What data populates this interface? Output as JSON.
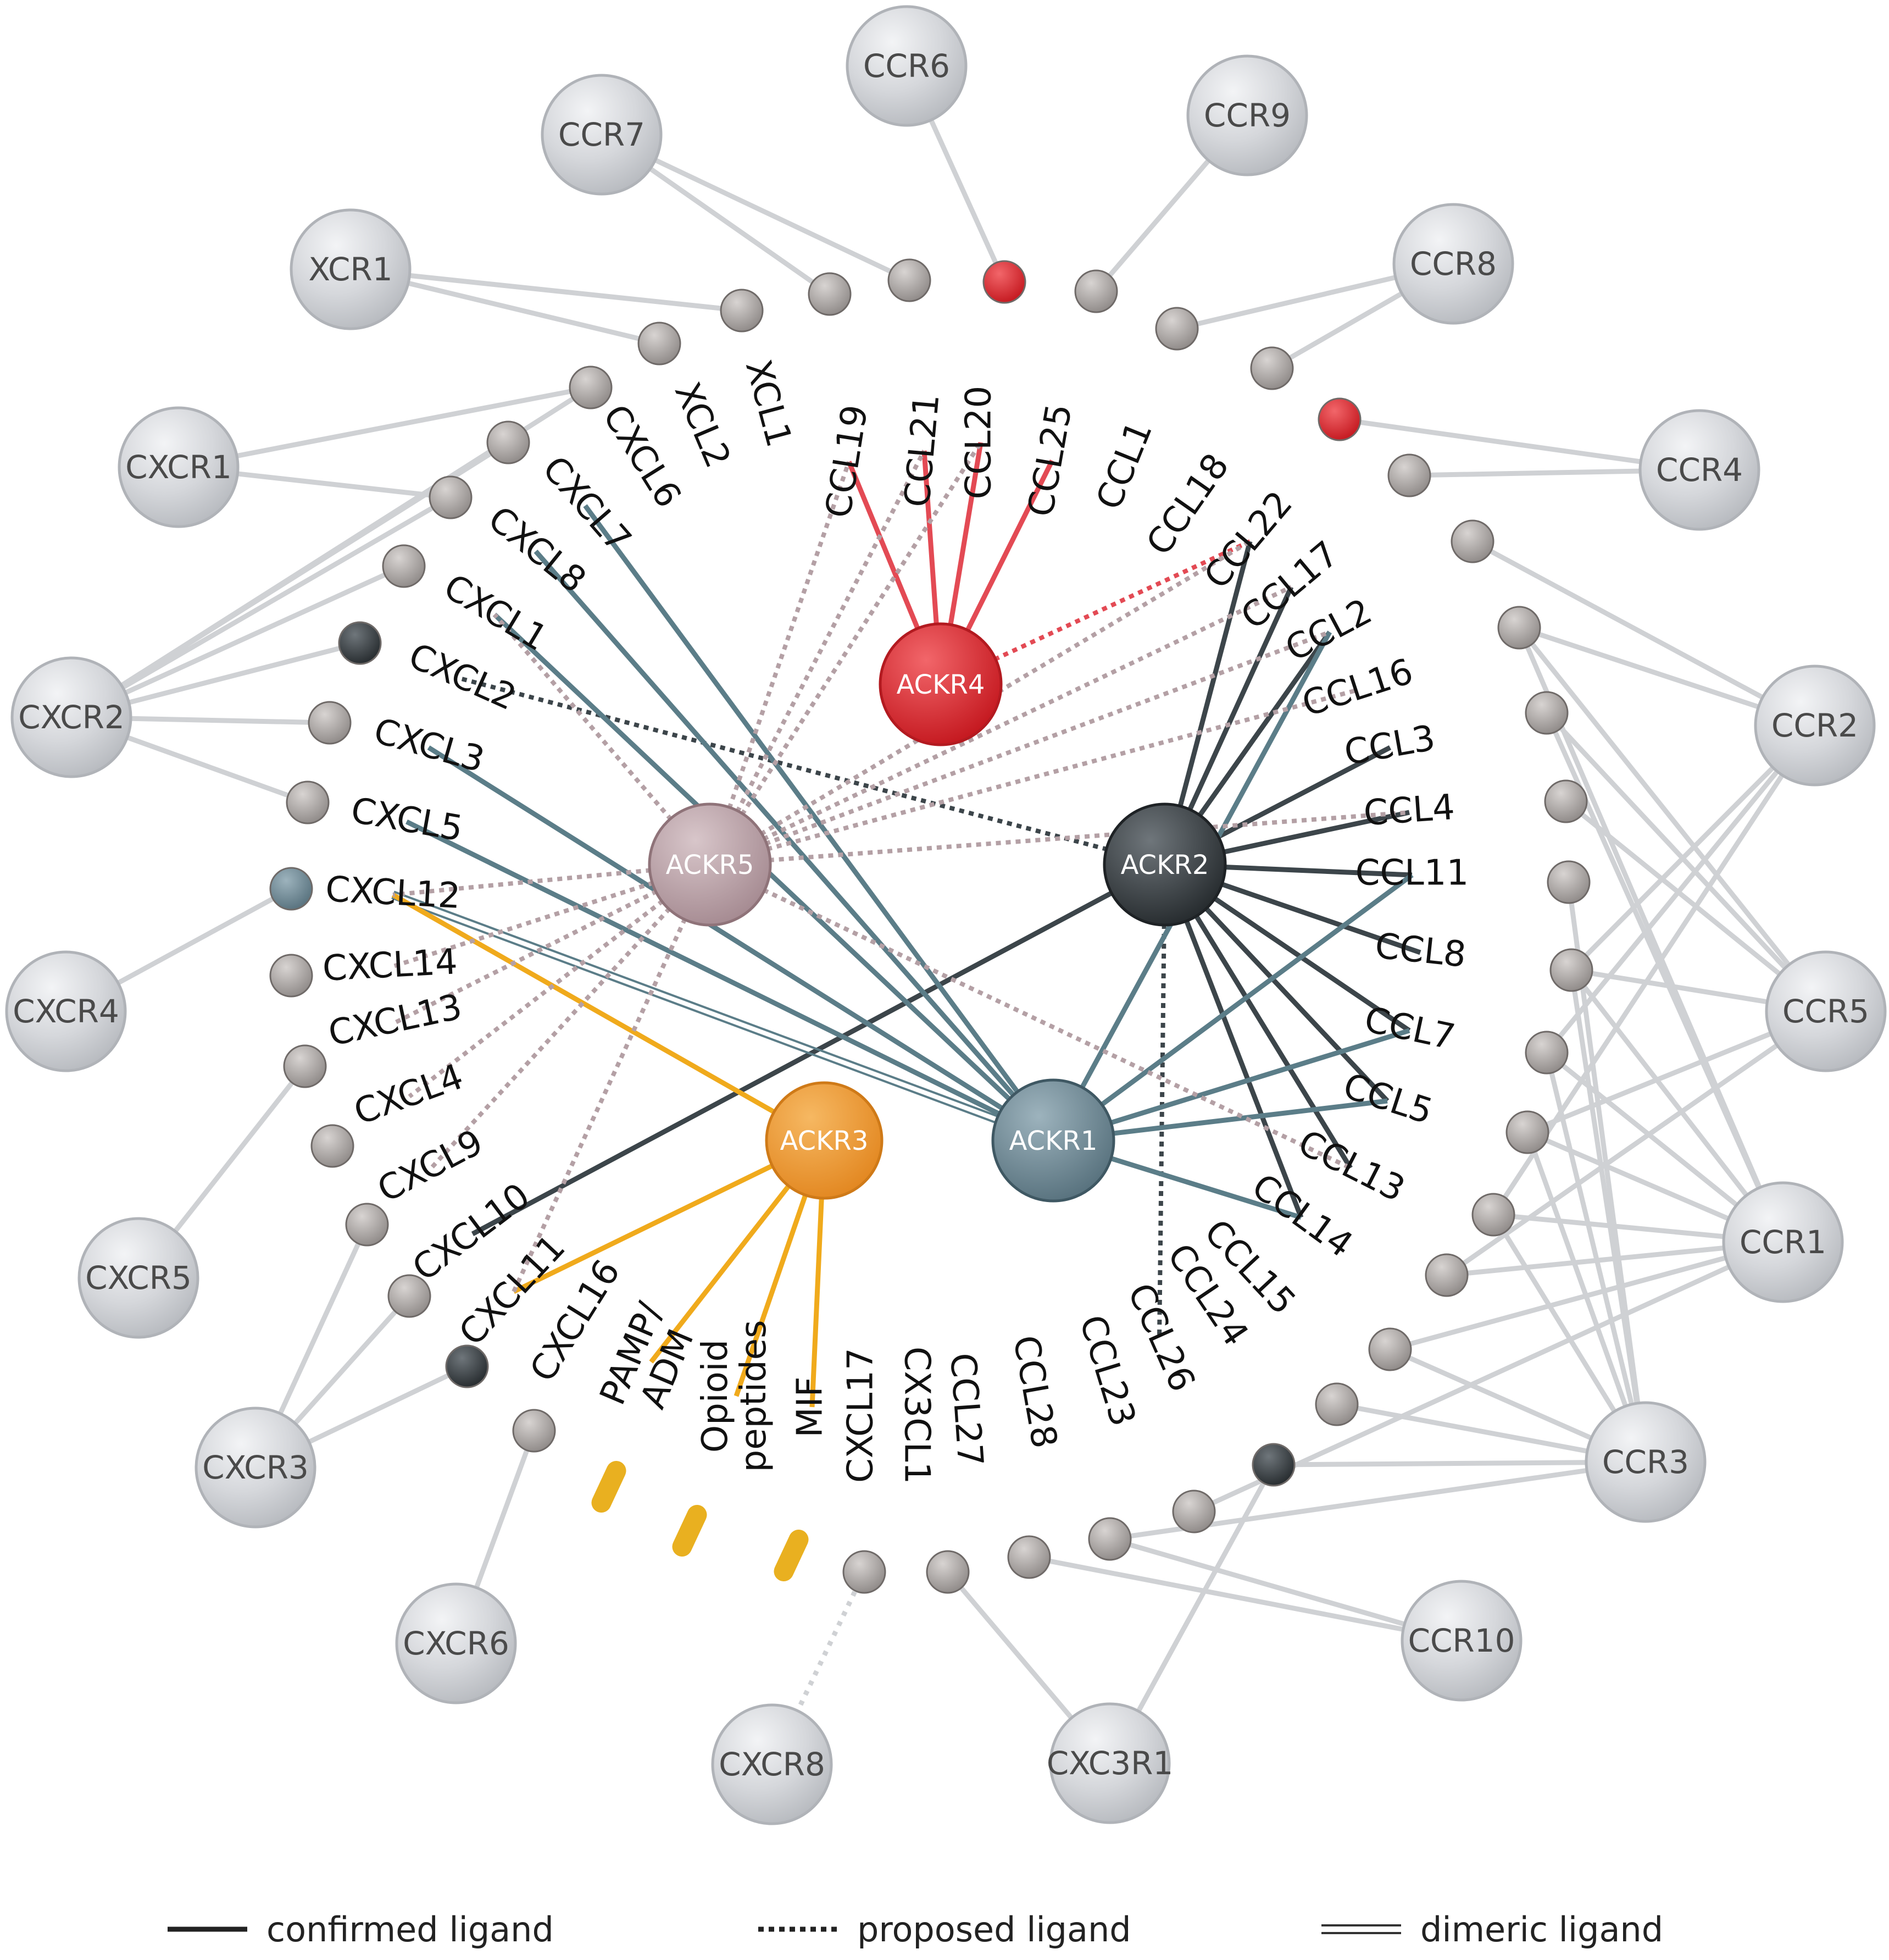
{
  "receptors": [
    {
      "id": "CCR6",
      "label": "CCR6"
    },
    {
      "id": "CCR9",
      "label": "CCR9"
    },
    {
      "id": "CCR7",
      "label": "CCR7"
    },
    {
      "id": "CCR8",
      "label": "CCR8"
    },
    {
      "id": "XCR1",
      "label": "XCR1"
    },
    {
      "id": "CXCR1",
      "label": "CXCR1"
    },
    {
      "id": "CCR4",
      "label": "CCR4"
    },
    {
      "id": "CXCR2",
      "label": "CXCR2"
    },
    {
      "id": "CCR2",
      "label": "CCR2"
    },
    {
      "id": "CXCR4",
      "label": "CXCR4"
    },
    {
      "id": "CCR5",
      "label": "CCR5"
    },
    {
      "id": "CXCR5",
      "label": "CXCR5"
    },
    {
      "id": "CCR1",
      "label": "CCR1"
    },
    {
      "id": "CXCR3",
      "label": "CXCR3"
    },
    {
      "id": "CCR3",
      "label": "CCR3"
    },
    {
      "id": "CXCR6",
      "label": "CXCR6"
    },
    {
      "id": "CCR10",
      "label": "CCR10"
    },
    {
      "id": "CXCR8",
      "label": "CXCR8"
    },
    {
      "id": "CX3CR1",
      "label": "CXC3R1"
    }
  ],
  "ackrs": [
    {
      "id": "ACKR4",
      "label": "ACKR4",
      "color": "#d42a30"
    },
    {
      "id": "ACKR5",
      "label": "ACKR5",
      "color": "#b49aa0"
    },
    {
      "id": "ACKR2",
      "label": "ACKR2",
      "color": "#33393d"
    },
    {
      "id": "ACKR3",
      "label": "ACKR3",
      "color": "#e99530"
    },
    {
      "id": "ACKR1",
      "label": "ACKR1",
      "color": "#637f8c"
    }
  ],
  "ligands": [
    {
      "id": "CCL19",
      "label": "CCL19",
      "dot_color": "#a19c9a"
    },
    {
      "id": "CCL21",
      "label": "CCL21",
      "dot_color": "#a19c9a"
    },
    {
      "id": "CCL20",
      "label": "CCL20",
      "dot_color": "#d42a30"
    },
    {
      "id": "CCL25",
      "label": "CCL25",
      "dot_color": "#a19c9a"
    },
    {
      "id": "CCL1",
      "label": "CCL1",
      "dot_color": "#a19c9a"
    },
    {
      "id": "CCL18",
      "label": "CCL18",
      "dot_color": "#a19c9a"
    },
    {
      "id": "CCL22",
      "label": "CCL22",
      "dot_color": "#d42a30"
    },
    {
      "id": "CCL17",
      "label": "CCL17",
      "dot_color": "#a19c9a"
    },
    {
      "id": "CCL2",
      "label": "CCL2",
      "dot_color": "#a19c9a"
    },
    {
      "id": "CCL16",
      "label": "CCL16",
      "dot_color": "#a19c9a"
    },
    {
      "id": "CCL3",
      "label": "CCL3",
      "dot_color": "#a19c9a"
    },
    {
      "id": "CCL4",
      "label": "CCL4",
      "dot_color": "#a19c9a"
    },
    {
      "id": "CCL11",
      "label": "CCL11",
      "dot_color": "#a19c9a"
    },
    {
      "id": "CCL8",
      "label": "CCL8",
      "dot_color": "#a19c9a"
    },
    {
      "id": "CCL7",
      "label": "CCL7",
      "dot_color": "#a19c9a"
    },
    {
      "id": "CCL5",
      "label": "CCL5",
      "dot_color": "#a19c9a"
    },
    {
      "id": "CCL13",
      "label": "CCL13",
      "dot_color": "#a19c9a"
    },
    {
      "id": "CCL14",
      "label": "CCL14",
      "dot_color": "#a19c9a"
    },
    {
      "id": "CCL15",
      "label": "CCL15",
      "dot_color": "#a19c9a"
    },
    {
      "id": "CCL24",
      "label": "CCL24",
      "dot_color": "#a19c9a"
    },
    {
      "id": "CCL26",
      "label": "CCL26",
      "dot_color": "#33393d"
    },
    {
      "id": "CCL23",
      "label": "CCL23",
      "dot_color": "#a19c9a"
    },
    {
      "id": "CCL28",
      "label": "CCL28",
      "dot_color": "#a19c9a"
    },
    {
      "id": "CCL27",
      "label": "CCL27",
      "dot_color": "#a19c9a"
    },
    {
      "id": "CX3CL1",
      "label": "CX3CL1",
      "dot_color": "#a19c9a"
    },
    {
      "id": "CXCL17",
      "label": "CXCL17",
      "dot_color": "#a19c9a"
    },
    {
      "id": "MIF",
      "label": "MIF",
      "dot_color": "#e9b020"
    },
    {
      "id": "OPIOID",
      "label": "Opioid peptides",
      "dot_color": "#e9b020"
    },
    {
      "id": "PAMP",
      "label": "PAMP/ ADM",
      "dot_color": "#e9b020"
    },
    {
      "id": "CXCL16",
      "label": "CXCL16",
      "dot_color": "#a19c9a"
    },
    {
      "id": "CXCL11",
      "label": "CXCL11",
      "dot_color": "#33393d"
    },
    {
      "id": "CXCL10",
      "label": "CXCL10",
      "dot_color": "#a19c9a"
    },
    {
      "id": "CXCL9",
      "label": "CXCL9",
      "dot_color": "#a19c9a"
    },
    {
      "id": "CXCL4",
      "label": "CXCL4",
      "dot_color": "#a19c9a"
    },
    {
      "id": "CXCL13",
      "label": "CXCL13",
      "dot_color": "#a19c9a"
    },
    {
      "id": "CXCL14",
      "label": "CXCL14",
      "dot_color": "#a19c9a"
    },
    {
      "id": "CXCL12",
      "label": "CXCL12",
      "dot_color": "#637f8c"
    },
    {
      "id": "CXCL5",
      "label": "CXCL5",
      "dot_color": "#a19c9a"
    },
    {
      "id": "CXCL3",
      "label": "CXCL3",
      "dot_color": "#a19c9a"
    },
    {
      "id": "CXCL2",
      "label": "CXCL2",
      "dot_color": "#33393d"
    },
    {
      "id": "CXCL1",
      "label": "CXCL1",
      "dot_color": "#a19c9a"
    },
    {
      "id": "CXCL8",
      "label": "CXCL8",
      "dot_color": "#a19c9a"
    },
    {
      "id": "CXCL7",
      "label": "CXCL7",
      "dot_color": "#a19c9a"
    },
    {
      "id": "CXCL6",
      "label": "CXCL6",
      "dot_color": "#a19c9a"
    },
    {
      "id": "XCL2",
      "label": "XCL2",
      "dot_color": "#a19c9a"
    },
    {
      "id": "XCL1",
      "label": "XCL1",
      "dot_color": "#a19c9a"
    }
  ],
  "receptor_links": [
    [
      "CCL20",
      "CCR6"
    ],
    [
      "CCL19",
      "CCR7"
    ],
    [
      "CCL21",
      "CCR7"
    ],
    [
      "CCL25",
      "CCR9"
    ],
    [
      "CCL1",
      "CCR8"
    ],
    [
      "CCL18",
      "CCR8"
    ],
    [
      "CCL22",
      "CCR4"
    ],
    [
      "CCL17",
      "CCR4"
    ],
    [
      "XCL1",
      "XCR1"
    ],
    [
      "XCL2",
      "XCR1"
    ],
    [
      "CXCL6",
      "CXCR1"
    ],
    [
      "CXCL8",
      "CXCR1"
    ],
    [
      "CXCL6",
      "CXCR2"
    ],
    [
      "CXCL7",
      "CXCR2"
    ],
    [
      "CXCL8",
      "CXCR2"
    ],
    [
      "CXCL1",
      "CXCR2"
    ],
    [
      "CXCL2",
      "CXCR2"
    ],
    [
      "CXCL3",
      "CXCR2"
    ],
    [
      "CXCL5",
      "CXCR2"
    ],
    [
      "CXCL12",
      "CXCR4"
    ],
    [
      "CXCL13",
      "CXCR5"
    ],
    [
      "CXCL9",
      "CXCR3"
    ],
    [
      "CXCL10",
      "CXCR3"
    ],
    [
      "CXCL11",
      "CXCR3"
    ],
    [
      "CXCL16",
      "CXCR6"
    ],
    [
      "CX3CL1",
      "CX3CR1"
    ],
    [
      "CCL26",
      "CX3CR1"
    ],
    [
      "CCL2",
      "CCR2"
    ],
    [
      "CCL7",
      "CCR2"
    ],
    [
      "CCL8",
      "CCR2"
    ],
    [
      "CCL13",
      "CCR2"
    ],
    [
      "CCL16",
      "CCR2"
    ],
    [
      "CCL3",
      "CCR5"
    ],
    [
      "CCL4",
      "CCR5"
    ],
    [
      "CCL5",
      "CCR5"
    ],
    [
      "CCL8",
      "CCR5"
    ],
    [
      "CCL14",
      "CCR5"
    ],
    [
      "CCL16",
      "CCR5"
    ],
    [
      "CCL3",
      "CCR1"
    ],
    [
      "CCL5",
      "CCR1"
    ],
    [
      "CCL7",
      "CCR1"
    ],
    [
      "CCL8",
      "CCR1"
    ],
    [
      "CCL13",
      "CCR1"
    ],
    [
      "CCL14",
      "CCR1"
    ],
    [
      "CCL15",
      "CCR1"
    ],
    [
      "CCL16",
      "CCR1"
    ],
    [
      "CCL23",
      "CCR1"
    ],
    [
      "CCL5",
      "CCR3"
    ],
    [
      "CCL7",
      "CCR3"
    ],
    [
      "CCL8",
      "CCR3"
    ],
    [
      "CCL11",
      "CCR3"
    ],
    [
      "CCL13",
      "CCR3"
    ],
    [
      "CCL15",
      "CCR3"
    ],
    [
      "CCL24",
      "CCR3"
    ],
    [
      "CCL26",
      "CCR3"
    ],
    [
      "CCL28",
      "CCR3"
    ],
    [
      "CCL27",
      "CCR10"
    ],
    [
      "CCL28",
      "CCR10"
    ]
  ],
  "receptor_proposed_links": [
    [
      "CXCL17",
      "CXCR8"
    ]
  ],
  "ackr_links": [
    {
      "ackr": "ACKR4",
      "lig": [
        "CCL19",
        "CCL21",
        "CCL20",
        "CCL25"
      ],
      "style": "solid"
    },
    {
      "ackr": "ACKR4",
      "lig": [
        "CCL22"
      ],
      "style": "dotted"
    },
    {
      "ackr": "ACKR2",
      "lig": [
        "CCL17",
        "CCL2",
        "CCL3",
        "CCL4",
        "CCL11",
        "CCL8",
        "CCL7",
        "CCL5",
        "CCL13",
        "CCL14",
        "CCL22",
        "CXCL10"
      ],
      "style": "solid"
    },
    {
      "ackr": "ACKR2",
      "lig": [
        "CXCL2",
        "CCL26"
      ],
      "style": "dotted"
    },
    {
      "ackr": "ACKR1",
      "lig": [
        "CXCL7",
        "CXCL8",
        "CXCL1",
        "CXCL3",
        "CXCL5",
        "CCL2",
        "CCL11",
        "CCL5",
        "CCL14",
        "CCL7"
      ],
      "style": "solid"
    },
    {
      "ackr": "ACKR1",
      "lig": [
        "CXCL12"
      ],
      "style": "dimeric"
    },
    {
      "ackr": "ACKR3",
      "lig": [
        "CXCL12",
        "CXCL11",
        "PAMP",
        "OPIOID",
        "MIF"
      ],
      "style": "solid"
    },
    {
      "ackr": "ACKR5",
      "lig": [
        "CCL19",
        "CCL20",
        "CCL21",
        "CCL2",
        "CCL16",
        "CCL4",
        "CCL17",
        "CCL22",
        "CCL13",
        "CXCL1",
        "CXCL12",
        "CXCL14",
        "CXCL13",
        "CXCL4",
        "CXCL9",
        "CXCL11"
      ],
      "style": "dotted"
    }
  ],
  "legend": [
    {
      "label": "confirmed ligand",
      "style": "solid"
    },
    {
      "label": "proposed ligand",
      "style": "dotted"
    },
    {
      "label": "dimeric ligand",
      "style": "dimeric"
    }
  ]
}
